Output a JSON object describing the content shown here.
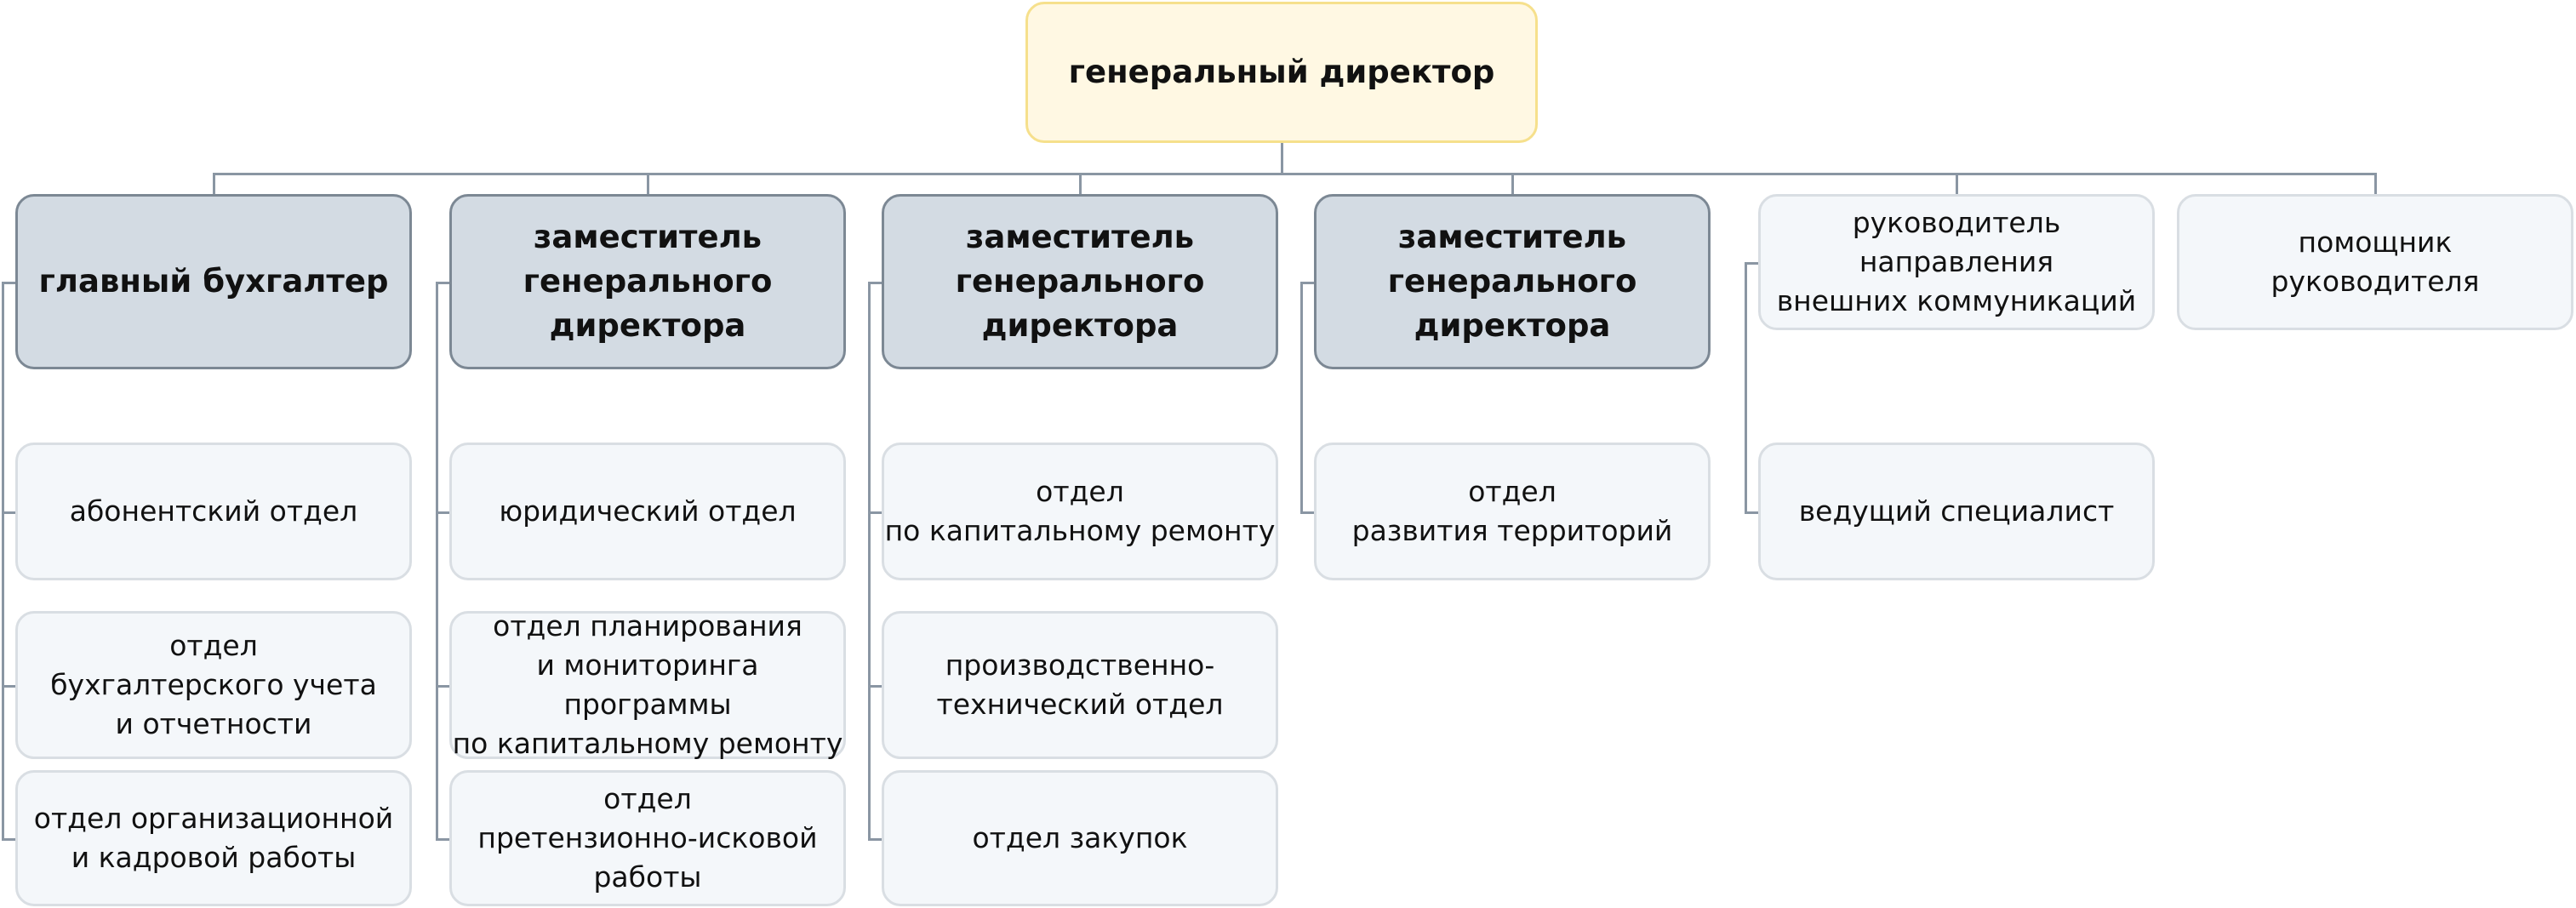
{
  "top": {
    "label": "генеральный директор"
  },
  "heads": [
    {
      "label": "главный бухгалтер",
      "style": "head"
    },
    {
      "label": "заместитель\nгенерального\nдиректора",
      "style": "head"
    },
    {
      "label": "заместитель\nгенерального\nдиректора",
      "style": "head"
    },
    {
      "label": "заместитель\nгенерального\nдиректора",
      "style": "head"
    },
    {
      "label": "руководитель\nнаправления\nвнешних коммуникаций",
      "style": "soft"
    },
    {
      "label": "помощник\nруководителя",
      "style": "soft"
    }
  ],
  "departments": [
    [
      "абонентский отдел",
      "отдел\nбухгалтерского учета\nи отчетности",
      "отдел организационной\nи кадровой работы"
    ],
    [
      "юридический отдел",
      "отдел планирования\nи мониторинга программы\nпо капитальному ремонту",
      "отдел\nпретензионно-исковой\nработы"
    ],
    [
      "отдел\nпо капитальному ремонту",
      "производственно-\nтехнический отдел",
      "отдел закупок"
    ],
    [
      "отдел\nразвития территорий"
    ],
    [
      "ведущий специалист"
    ],
    []
  ],
  "colors": {
    "top_fill": "#fff8e3",
    "top_border": "#f6e08c",
    "head_fill": "#d3dbe3",
    "head_border": "#7c8894",
    "dept_fill": "#f4f7fa",
    "dept_border": "#d9dee3",
    "connector": "#8a96a3"
  }
}
